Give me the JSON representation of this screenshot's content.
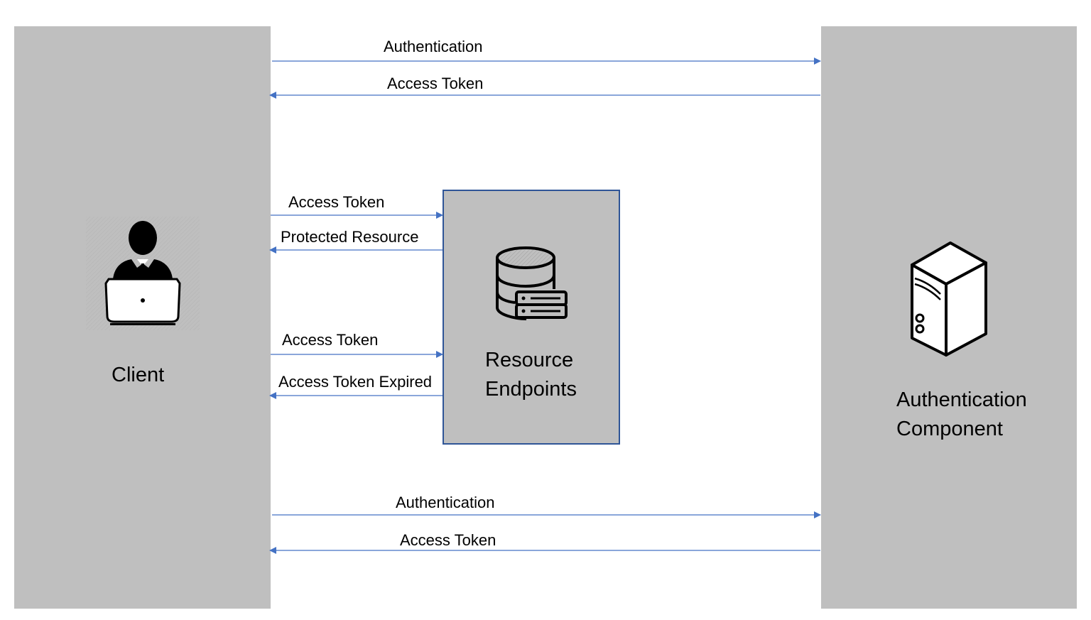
{
  "client": {
    "label": "Client",
    "icon": "user-laptop-icon"
  },
  "auth_component": {
    "line1": "Authentication",
    "line2": "Component",
    "icon": "server-tower-icon"
  },
  "resource": {
    "line1": "Resource",
    "line2": "Endpoints",
    "icon": "database-server-icon"
  },
  "messages": {
    "top_request": "Authentication",
    "top_response": "Access Token",
    "res_request_1": "Access Token",
    "res_response_1": "Protected Resource",
    "res_request_2": "Access Token",
    "res_response_2": "Access Token Expired",
    "bottom_request": "Authentication",
    "bottom_response": "Access Token"
  },
  "colors": {
    "panel": "#bfbfbf",
    "arrow": "#4472c4",
    "box_border": "#2f5597"
  }
}
